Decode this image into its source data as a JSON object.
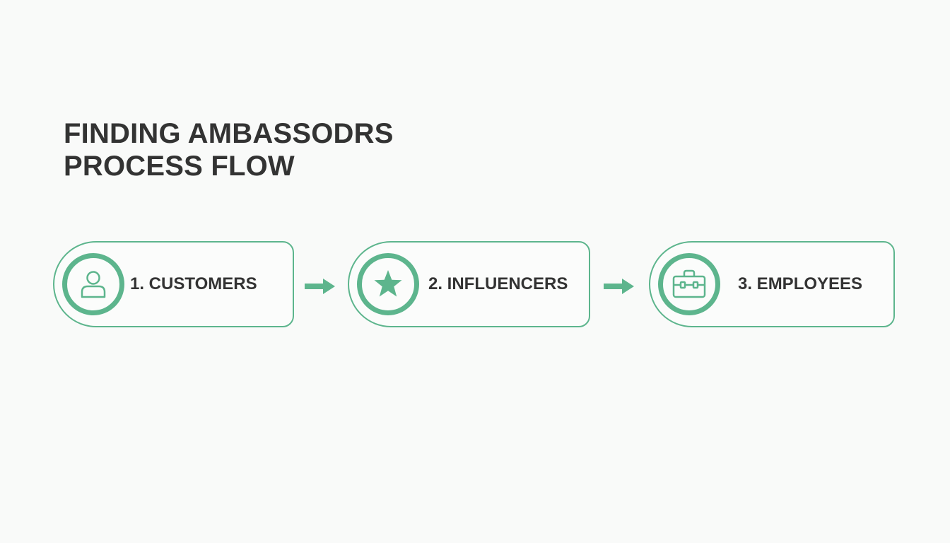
{
  "title": {
    "line1": "FINDING AMBASSODRS",
    "line2": "PROCESS FLOW"
  },
  "colors": {
    "accent": "#5db58d",
    "text": "#333333",
    "background": "#f9faf9"
  },
  "steps": [
    {
      "label": "1. CUSTOMERS",
      "icon": "person-icon"
    },
    {
      "label": "2. INFLUENCERS",
      "icon": "star-icon"
    },
    {
      "label": "3. EMPLOYEES",
      "icon": "briefcase-icon"
    }
  ],
  "connectors": [
    {
      "icon": "arrow-right-icon"
    },
    {
      "icon": "arrow-right-icon"
    }
  ]
}
